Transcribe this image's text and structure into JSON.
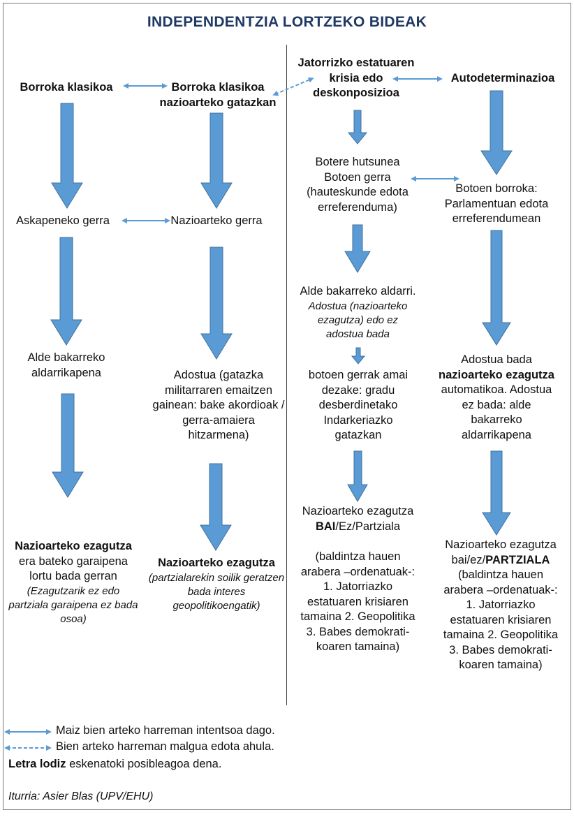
{
  "title": "INDEPENDENTZIA LORTZEKO BIDEAK",
  "left": {
    "c1_start": "Borroka klasikoa",
    "c2_start": "Borroka klasikoa nazioarteko gatazkan",
    "c1_war": "Askapeneko gerra",
    "c2_war": "Nazioarteko gerra",
    "c1_decl": "Alde bakarreko aldarrikapena",
    "c2_agree": "Adostua (gatazka militarraren emaitzen gainean: bake akordioak / gerra-amaiera hitzarmena)",
    "c1_rec_bold": "Nazioarteko ezagutza",
    "c1_rec_text": "era bateko garaipena lortu bada gerran",
    "c1_rec_note": "(Ezagutzarik ez edo partziala garaipena ez bada osoa)",
    "c2_rec_bold": "Nazioarteko ezagutza",
    "c2_rec_note": "(partzialarekin soilik geratzen bada interes geopolitikoengatik)"
  },
  "right": {
    "c3_start": "Jatorrizko estatuaren krisia edo deskonposizioa",
    "c4_start": "Autodeterminazioa",
    "c3_vacuum": "Botere hutsunea Botoen gerra (hauteskunde edota erreferenduma)",
    "c4_votes": "Botoen borroka: Parlamentuan edota erreferendumean",
    "c3_unilateral": "Alde bakarreko aldarri.",
    "c3_unilateral_note": "Adostua (nazioarteko ezagutza) edo ez adostua bada",
    "c3_end": "botoen gerrak amai dezake: gradu desberdinetako Indarkeriazko gatazkan",
    "c4_agreed_pre": "Adostua bada",
    "c4_agreed_bold": "nazioarteko ezagutza",
    "c4_agreed_post": "automatikoa. Adostua ez bada: alde bakarreko aldarrikapena",
    "c3_rec_line": "Nazioarteko ezagutza",
    "c3_rec_bold": "BAI",
    "c3_rec_rest": "/Ez/Partziala",
    "c3_conditions": "(baldintza hauen arabera –ordenatuak-: 1. Jatorriazko estatuaren krisiaren tamaina 2. Geopolitika 3. Babes demokrati-koaren tamaina)",
    "c4_rec_line": "Nazioarteko ezagutza",
    "c4_rec_pre": "bai/ez/",
    "c4_rec_bold": "PARTZIALA",
    "c4_conditions": "(baldintza hauen arabera –ordenatuak-: 1. Jatorriazko estatuaren krisiaren tamaina 2. Geopolitika 3. Babes demokrati-koaren tamaina)"
  },
  "legend": {
    "solid": "Maiz bien arteko harreman intentsoa dago.",
    "dashed": "Bien arteko harreman malgua edota ahula.",
    "bold_word": "Letra lodiz",
    "bold_rest": "eskenatoki posibleagoa dena."
  },
  "source": "Iturria: Asier Blas (UPV/EHU)",
  "colors": {
    "arrow": "#5b9bd5",
    "arrow_edge": "#41719c",
    "title": "#1f3864"
  }
}
